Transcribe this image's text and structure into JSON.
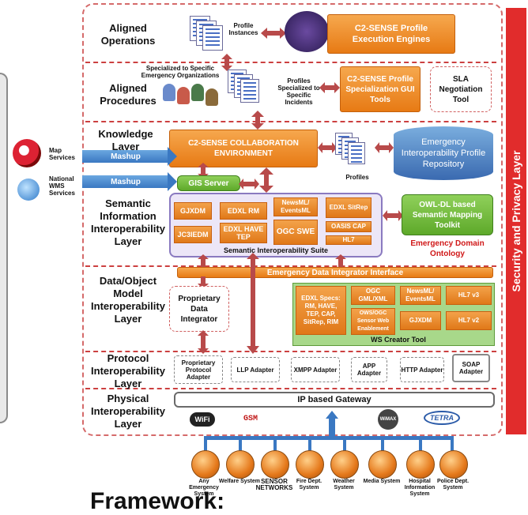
{
  "layers": {
    "aligned_operations": "Aligned Operations",
    "aligned_procedures": "Aligned Procedures",
    "knowledge": "Knowledge Layer",
    "semantic": "Semantic Information Interoperability Layer",
    "data_object": "Data/Object Model Interoperability Layer",
    "protocol": "Protocol Interoperability Layer",
    "physical": "Physical Interoperability Layer"
  },
  "operations": {
    "profile_instances": "Profile Instances",
    "execution_engines": "C2-SENSE Profile Execution Engines"
  },
  "procedures": {
    "specialized_orgs": "Specialized to Specific Emergency Organizations",
    "specialized_incidents": "Profiles Specialized to Specific Incidents",
    "gui_tools": "C2-SENSE Profile Specialization GUI Tools",
    "sla": "SLA Negotiation Tool"
  },
  "knowledge": {
    "collab_env": "C2-SENSE COLLABORATION ENVIRONMENT",
    "profiles": "Profiles",
    "repository": "Emergency Interoperability Profile Repository",
    "gis_server": "GIS Server"
  },
  "external": {
    "map_services": "Map Services",
    "wms_services": "National WMS Services",
    "mashup1": "Mashup",
    "mashup2": "Mashup"
  },
  "semantic": {
    "cells": [
      "GJXDM",
      "EDXL RM",
      "NewsML/ EventsML",
      "EDXL SitRep",
      "JC3IEDM",
      "EDXL HAVE TEP",
      "OGC SWE",
      "OASIS CAP",
      "HL7"
    ],
    "suite": "Semantic Interoperability Suite",
    "owl_toolkit": "OWL-DL based Semantic Mapping Toolkit",
    "ontology": "Emergency Domain Ontology"
  },
  "data": {
    "integrator_interface": "Emergency Data Integrator Interface",
    "proprietary_integrator": "Proprietary Data Integrator",
    "ws_cells": [
      "EDXL Specs: RM, HAVE, TEP, CAP, SitRep, RIM",
      "OGC GML/XML",
      "NewsML/ EventsML",
      "HL7 v3",
      "OWS/OGC Sensor Web Enablement",
      "GJXDM",
      "HL7 v2"
    ],
    "ws_creator": "WS Creator Tool"
  },
  "protocol": {
    "adapters": [
      "Proprietary Protocol Adapter",
      "LLP Adapter",
      "XMPP Adapter",
      "APP Adapter",
      "HTTP Adapter",
      "SOAP Adapter"
    ]
  },
  "physical": {
    "gateway": "IP based Gateway",
    "logos": [
      "WiFi",
      "GSM",
      "WiMAX",
      "TETRA"
    ]
  },
  "systems": [
    "Any Emergency System",
    "Welfare System",
    "SENSOR NETWORKS",
    "Fire Dept. System",
    "Weather System",
    "Media System",
    "Hospital Information System",
    "Police Dept. System"
  ],
  "security_layer": "Security and Privacy Layer",
  "footer_title": "Framework:",
  "colors": {
    "orange": "#e77a14",
    "green": "#5ea92a",
    "red": "#e12c2c",
    "blue": "#3a78c2"
  }
}
